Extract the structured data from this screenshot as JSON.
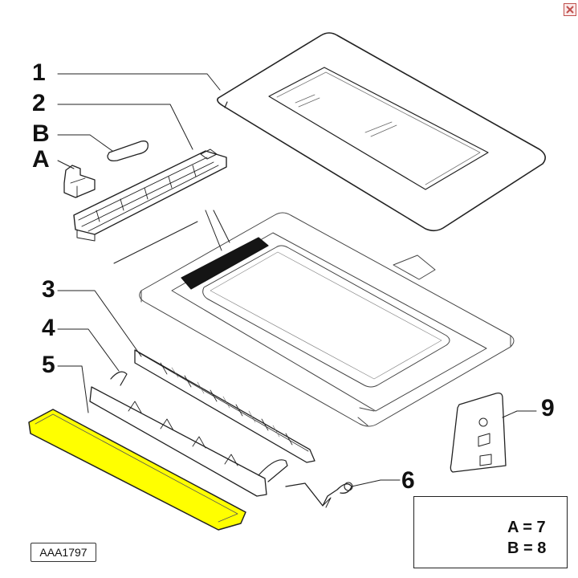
{
  "window": {
    "close_icon": "close-icon"
  },
  "diagram": {
    "reference_code": "AAA1797",
    "callouts": {
      "c1": "1",
      "c2": "2",
      "cB": "B",
      "cA": "A",
      "c3": "3",
      "c4": "4",
      "c5": "5",
      "c6": "6",
      "c9": "9"
    },
    "legend": {
      "line_a": "A = 7",
      "line_b": "B = 8"
    },
    "colors": {
      "highlight": "#ffff00",
      "outline": "#222222",
      "seal": "#151515"
    }
  }
}
